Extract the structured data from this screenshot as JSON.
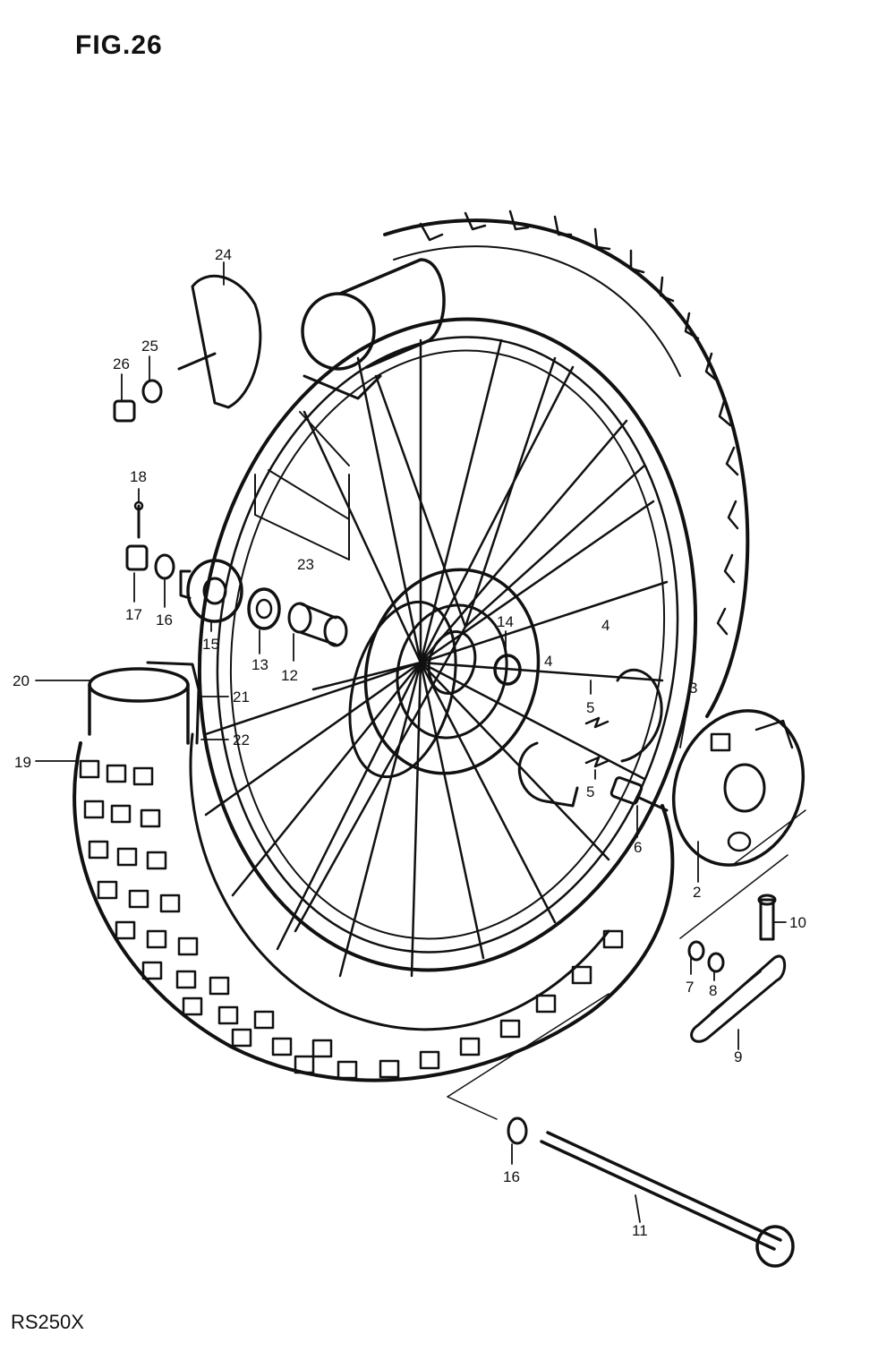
{
  "figure": {
    "title": "FIG.26",
    "model": "RS250X"
  },
  "parts": [
    {
      "id": "p2",
      "label": "2"
    },
    {
      "id": "p3",
      "label": "3"
    },
    {
      "id": "p4a",
      "label": "4"
    },
    {
      "id": "p4b",
      "label": "4"
    },
    {
      "id": "p5a",
      "label": "5"
    },
    {
      "id": "p5b",
      "label": "5"
    },
    {
      "id": "p6",
      "label": "6"
    },
    {
      "id": "p7",
      "label": "7"
    },
    {
      "id": "p8",
      "label": "8"
    },
    {
      "id": "p9",
      "label": "9"
    },
    {
      "id": "p10",
      "label": "10"
    },
    {
      "id": "p11",
      "label": "11"
    },
    {
      "id": "p12",
      "label": "12"
    },
    {
      "id": "p13",
      "label": "13"
    },
    {
      "id": "p14",
      "label": "14"
    },
    {
      "id": "p15",
      "label": "15"
    },
    {
      "id": "p16a",
      "label": "16"
    },
    {
      "id": "p16b",
      "label": "16"
    },
    {
      "id": "p17",
      "label": "17"
    },
    {
      "id": "p18",
      "label": "18"
    },
    {
      "id": "p19",
      "label": "19"
    },
    {
      "id": "p20",
      "label": "20"
    },
    {
      "id": "p21",
      "label": "21"
    },
    {
      "id": "p22",
      "label": "22"
    },
    {
      "id": "p23",
      "label": "23"
    },
    {
      "id": "p24",
      "label": "24"
    },
    {
      "id": "p25",
      "label": "25"
    },
    {
      "id": "p26",
      "label": "26"
    }
  ]
}
